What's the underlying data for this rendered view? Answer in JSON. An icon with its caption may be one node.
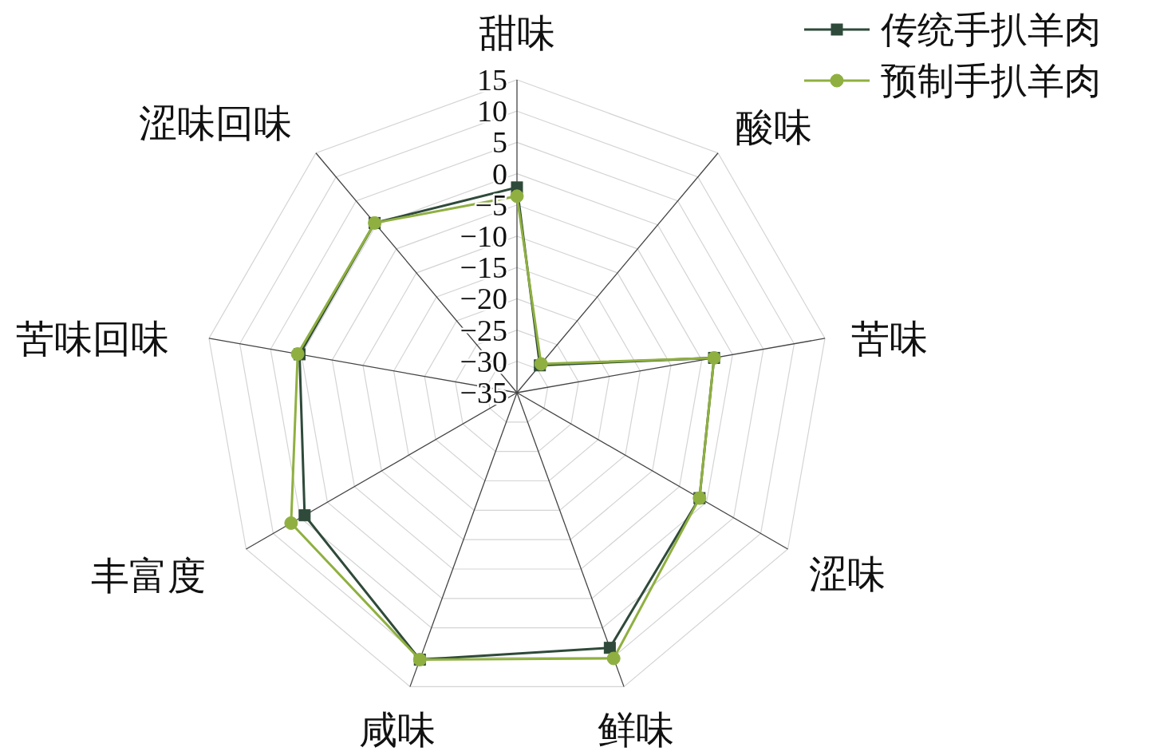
{
  "diagram": {
    "labels": [
      "甜味",
      "15",
      "10",
      "涩味回味",
      "酸味",
      "5",
      "0",
      "−5",
      "−10",
      "−15",
      "−20",
      "−25",
      "苦味回味",
      "苦味",
      "−30",
      "−35",
      "丰富度",
      "涩味",
      "咸味",
      "鲜味"
    ],
    "legend": [
      {
        "text": "传统手扒羊肉"
      },
      {
        "text": "预制手扒羊肉"
      }
    ]
  }
}
